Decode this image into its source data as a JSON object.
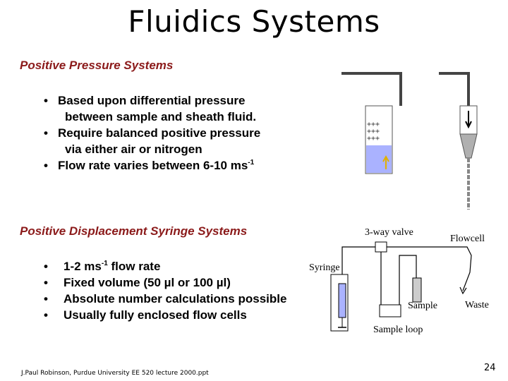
{
  "slide": {
    "title": "Fluidics Systems",
    "section1": {
      "heading": "Positive Pressure Systems",
      "bullets": [
        {
          "line1": "Based upon differential pressure",
          "line2": "between sample and sheath fluid."
        },
        {
          "line1": "Require balanced positive pressure",
          "line2": "via either air or nitrogen"
        },
        {
          "text": "Flow rate varies between 6-10 ms",
          "sup": "-1"
        }
      ]
    },
    "section2": {
      "heading": "Positive Displacement Syringe Systems",
      "bullets": [
        {
          "pre": "1-2 ms",
          "sup": "-1",
          "post": " flow rate"
        },
        {
          "text": "Fixed volume (50 µl or 100 µl)"
        },
        {
          "text": "Absolute number calculations possible"
        },
        {
          "text": "Usually fully enclosed flow cells"
        }
      ]
    },
    "diagram_labels": {
      "three_way_valve": "3-way valve",
      "flowcell": "Flowcell",
      "syringe": "Syringe",
      "sample": "Sample",
      "waste": "Waste",
      "sample_loop": "Sample loop"
    },
    "footer": "J.Paul Robinson, Purdue University  EE 520 lecture 2000.ppt",
    "page_number": "24"
  }
}
